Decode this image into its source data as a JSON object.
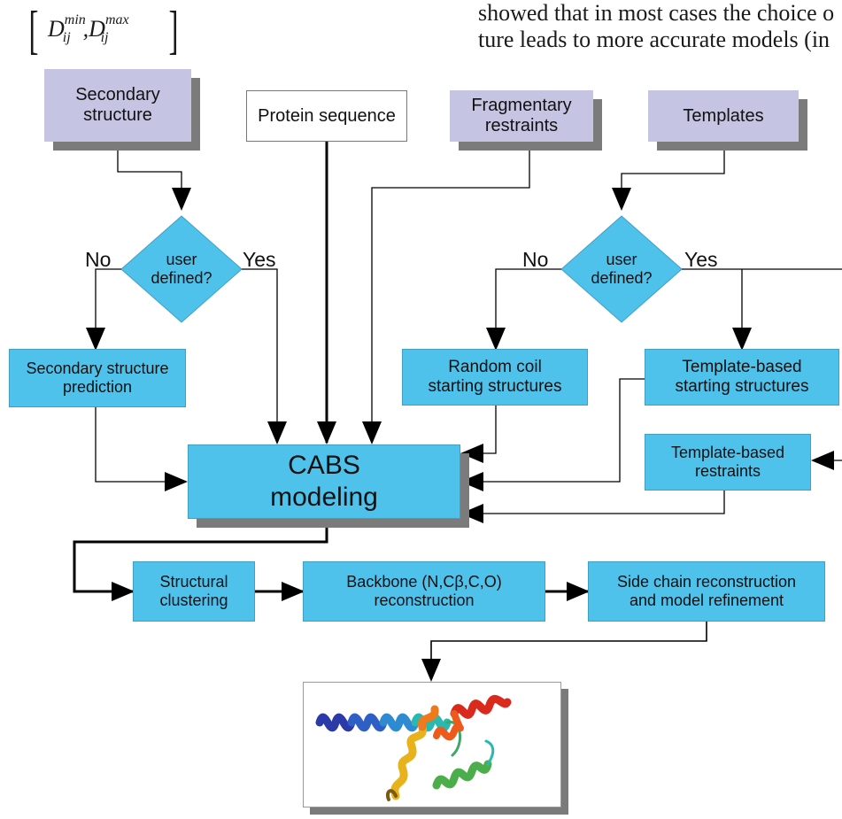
{
  "formula": {
    "symbol": "D",
    "min_sup": "min",
    "max_sup": "max",
    "subscript": "ij",
    "separator": ","
  },
  "body_text": {
    "line1": "showed that in most cases the choice o",
    "line2": "ture leads to more accurate models (in"
  },
  "nodes": {
    "secondary_structure": "Secondary\nstructure",
    "protein_sequence": "Protein sequence",
    "fragmentary_restraints": "Fragmentary\nrestraints",
    "templates": "Templates",
    "user_defined_1": "user\ndefined?",
    "user_defined_2": "user\ndefined?",
    "no_label_1": "No",
    "yes_label_1": "Yes",
    "no_label_2": "No",
    "yes_label_2": "Yes",
    "ss_prediction": "Secondary structure\nprediction",
    "random_coil": "Random coil\nstarting structures",
    "template_start": "Template-based\nstarting structures",
    "template_restraints": "Template-based\nrestraints",
    "cabs": "CABS\nmodeling",
    "clustering": "Structural\nclustering",
    "backbone": "Backbone (N,Cβ,C,O)\nreconstruction",
    "side_chain": "Side chain reconstruction\nand model refinement"
  },
  "colors": {
    "input_box": "#c5c5e3",
    "process_box": "#4fc2ec",
    "shadow": "#7b7b7b",
    "protein_helix": [
      "#2b3aa8",
      "#2e8bd1",
      "#29b9b0",
      "#4cae4a",
      "#e8b21d",
      "#ee7a1b",
      "#d92a1c"
    ]
  }
}
